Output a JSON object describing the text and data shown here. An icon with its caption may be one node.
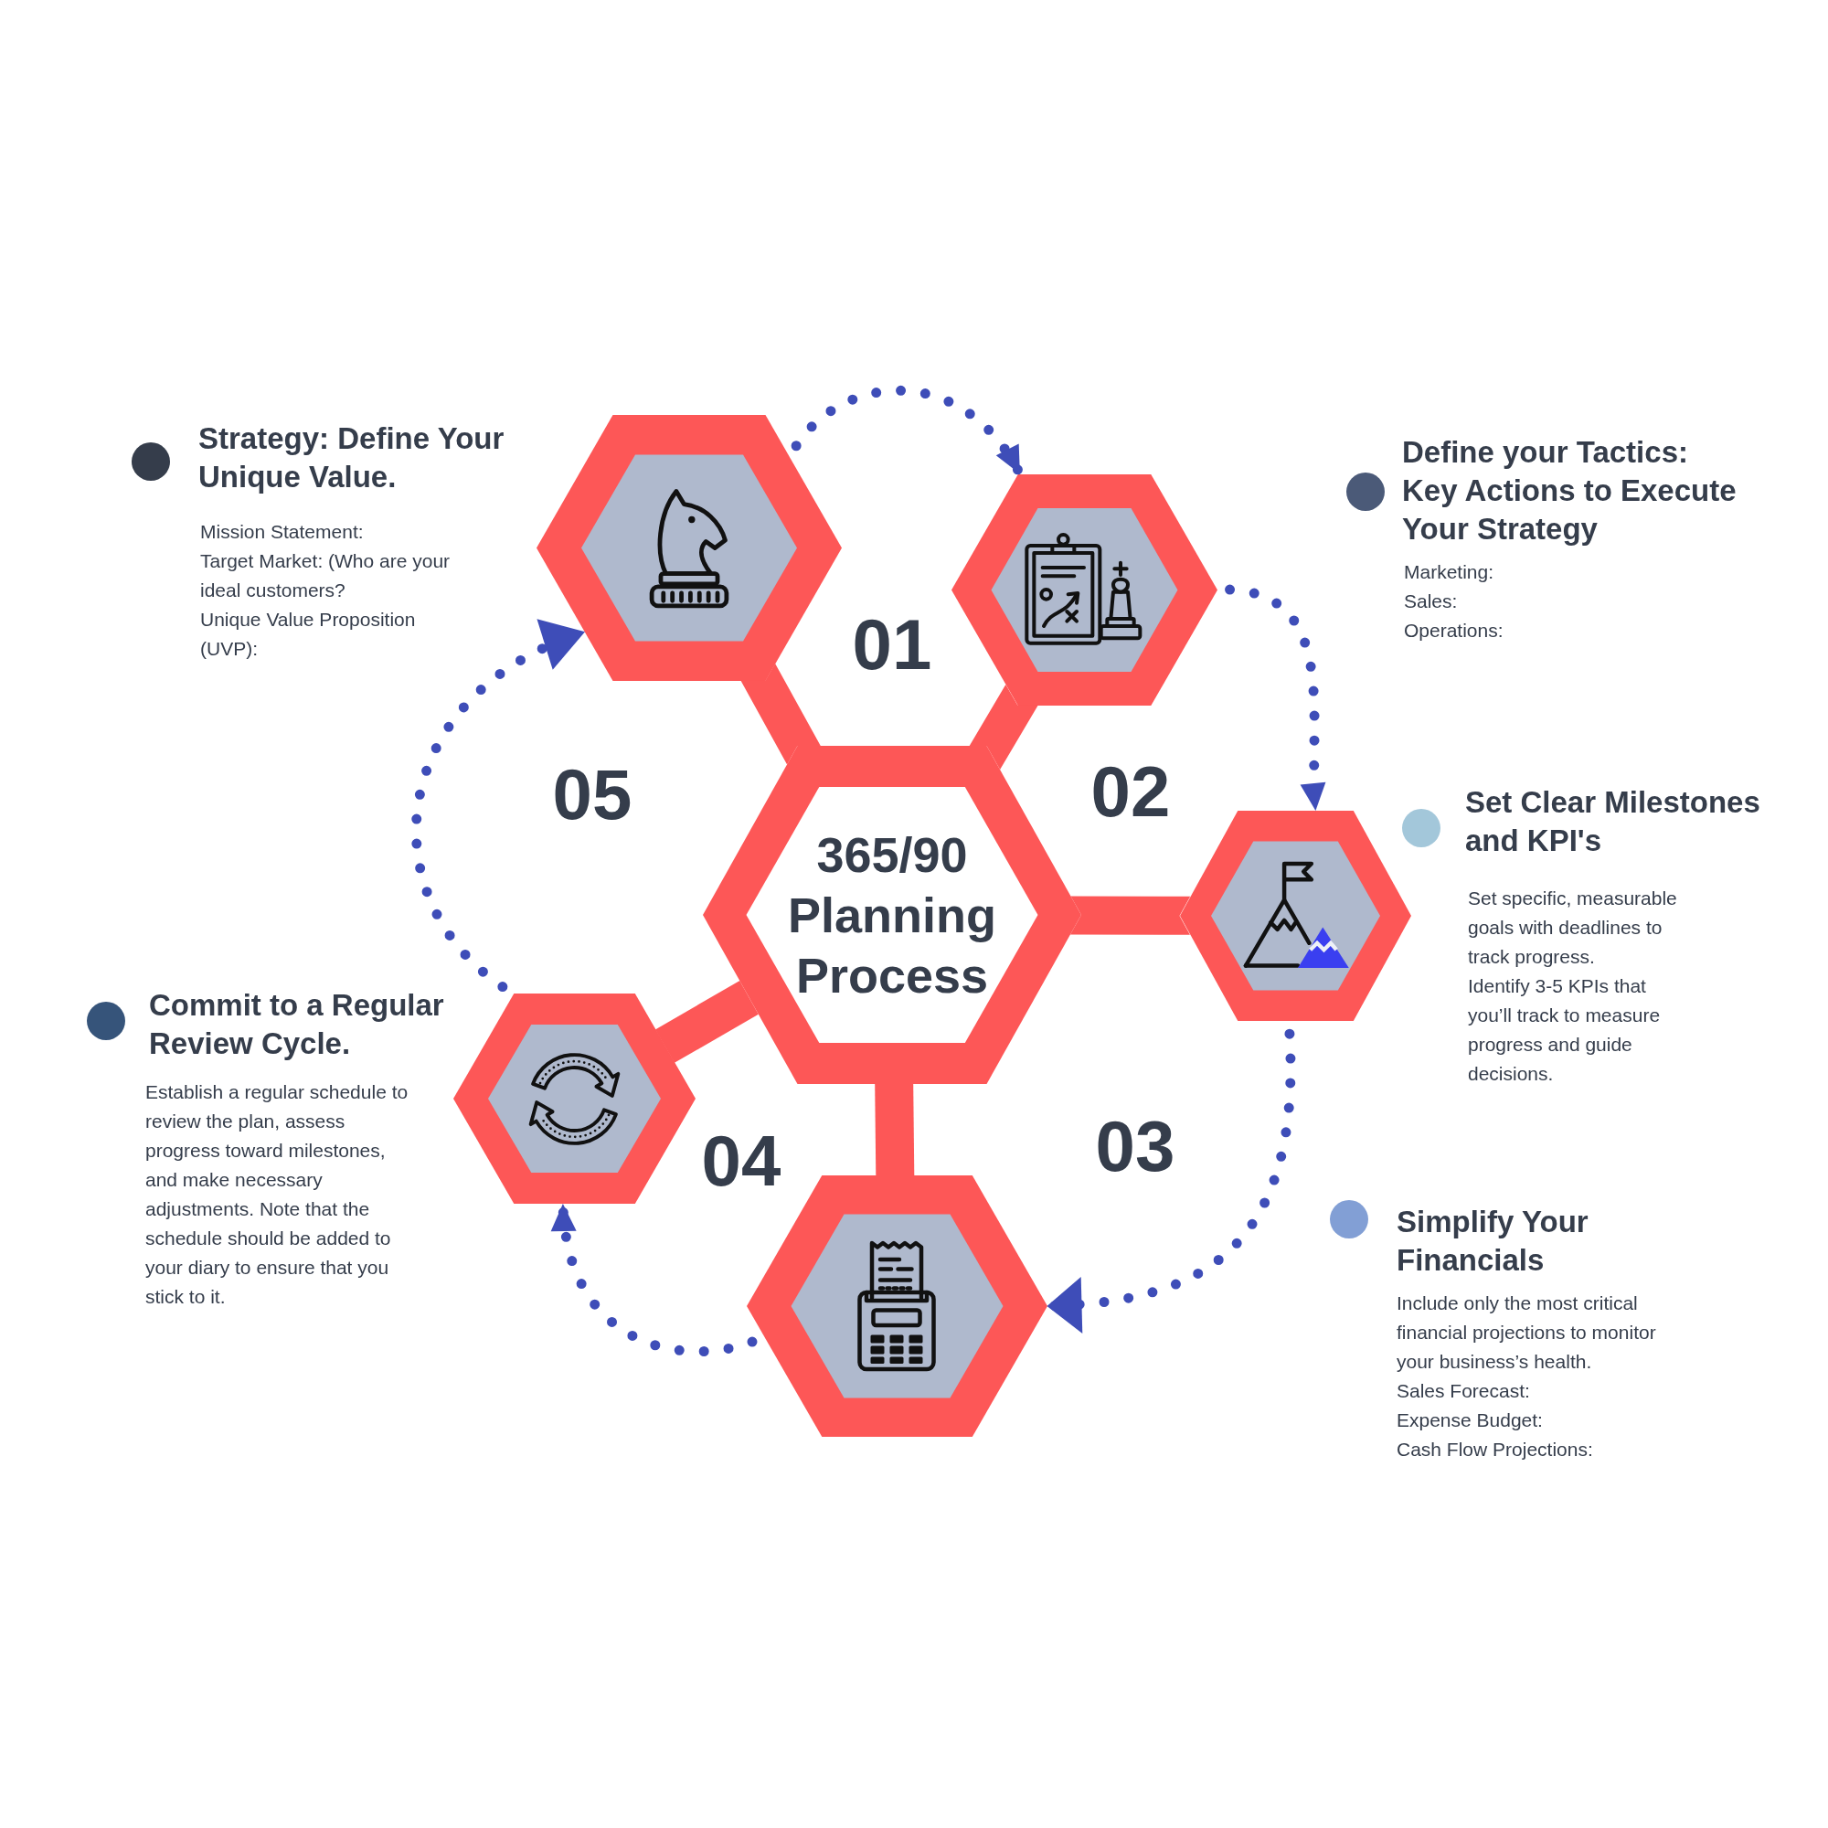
{
  "diagram": {
    "nodes": [
      {
        "text": [
          "365/90 Planning Process"
        ]
      },
      {
        "text": [],
        "shape": "hexagon",
        "beside": [
          "Strategy: Define Your Unique Value.",
          "Mission Statement:",
          "Target Market: (Who are your ideal customers?",
          "Unique Value Proposition (UVP):"
        ]
      },
      {
        "text": [],
        "shape": "hexagon",
        "beside": [
          "Define your Tactics: Key Actions to Execute Your Strategy",
          "Marketing:",
          "Sales:",
          "Operations:"
        ]
      },
      {
        "text": [],
        "shape": "hexagon",
        "beside": [
          "Set Clear Milestones and KPI's",
          "Set specific, measurable goals with deadlines to track progress.",
          "Identify 3-5 KPIs that you’ll track to measure progress and guide decisions."
        ]
      },
      {
        "text": [],
        "shape": "hexagon",
        "beside": [
          "Simplify Your Financials",
          "Include only the most critical financial projections to monitor your business’s health.",
          "Sales Forecast:",
          "Expense Budget:",
          "Cash Flow Projections:"
        ]
      },
      {
        "text": [],
        "shape": "hexagon",
        "beside": [
          "Commit to a Regular Review Cycle.",
          "Establish a regular schedule to review the plan, assess progress toward milestones, and make necessary adjustments. Note that the schedule should be added to your diary to ensure that you stick to it."
        ]
      }
    ],
    "edges": [
      {
        "from": 0,
        "to": 1,
        "arrow": "none",
        "style": "thick",
        "color": "#fd5757"
      },
      {
        "from": 0,
        "to": 2,
        "arrow": "none",
        "style": "thick",
        "color": "#fd5757"
      },
      {
        "from": 0,
        "to": 3,
        "arrow": "none",
        "style": "thick",
        "color": "#fd5757"
      },
      {
        "from": 0,
        "to": 4,
        "arrow": "none",
        "style": "thick",
        "color": "#fd5757"
      },
      {
        "from": 0,
        "to": 5,
        "arrow": "none",
        "style": "thick",
        "color": "#fd5757"
      },
      {
        "from": 1,
        "to": 2,
        "arrow": "to",
        "style": "dashed",
        "color": "#3e4db8"
      },
      {
        "from": 2,
        "to": 3,
        "arrow": "to",
        "style": "dashed",
        "color": "#3e4db8"
      },
      {
        "from": 3,
        "to": 4,
        "arrow": "to",
        "style": "dashed",
        "color": "#3e4db8"
      },
      {
        "from": 4,
        "to": 5,
        "arrow": "to",
        "style": "dashed",
        "color": "#3e4db8"
      },
      {
        "from": 5,
        "to": 1,
        "arrow": "to",
        "style": "dashed",
        "color": "#3e4db8"
      }
    ],
    "labels": [
      "01",
      "02",
      "03",
      "04",
      "05"
    ]
  }
}
